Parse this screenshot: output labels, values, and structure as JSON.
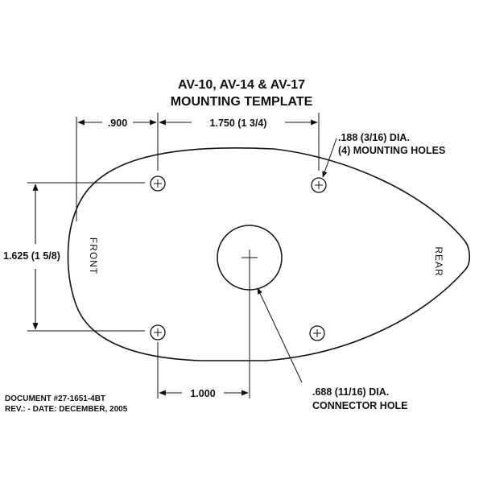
{
  "title": {
    "line1": "AV-10, AV-14 & AV-17",
    "line2": "MOUNTING TEMPLATE"
  },
  "dimensions": {
    "offset": ".900",
    "hole_spacing_x": "1.750 (1 3/4)",
    "hole_spacing_y": "1.625 (1 5/8)",
    "bottom_offset": "1.000"
  },
  "callouts": {
    "mounting_holes_line1": ".188 (3/16) DIA.",
    "mounting_holes_line2": "(4) MOUNTING HOLES",
    "connector_line1": ".688 (11/16) DIA.",
    "connector_line2": "CONNECTOR HOLE"
  },
  "template_labels": {
    "front": "FRONT",
    "rear": "REAR"
  },
  "document": {
    "line1": "DOCUMENT #27-1651-4BT",
    "line2": "REV.: -   DATE: DECEMBER, 2005"
  }
}
